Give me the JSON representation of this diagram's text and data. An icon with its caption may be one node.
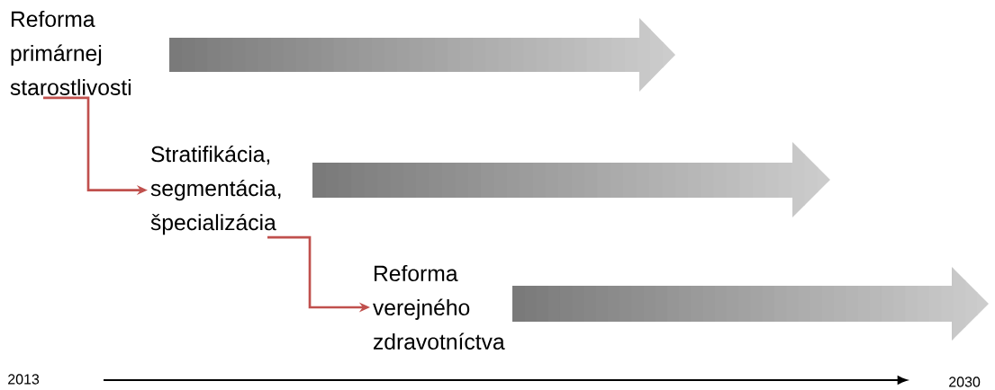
{
  "diagram": {
    "nodes": [
      {
        "text": [
          "Reforma primárnej starostlivosti"
        ]
      },
      {
        "text": [
          "Stratifikácia, segmentácia, špecializácia"
        ]
      },
      {
        "text": [
          "Reforma verejného zdravotníctva"
        ]
      }
    ],
    "edges": [
      {
        "from": 0,
        "to": 1,
        "arrow": "to"
      },
      {
        "from": 1,
        "to": 2,
        "arrow": "to"
      }
    ],
    "labels": [
      "2013",
      "2030"
    ]
  }
}
